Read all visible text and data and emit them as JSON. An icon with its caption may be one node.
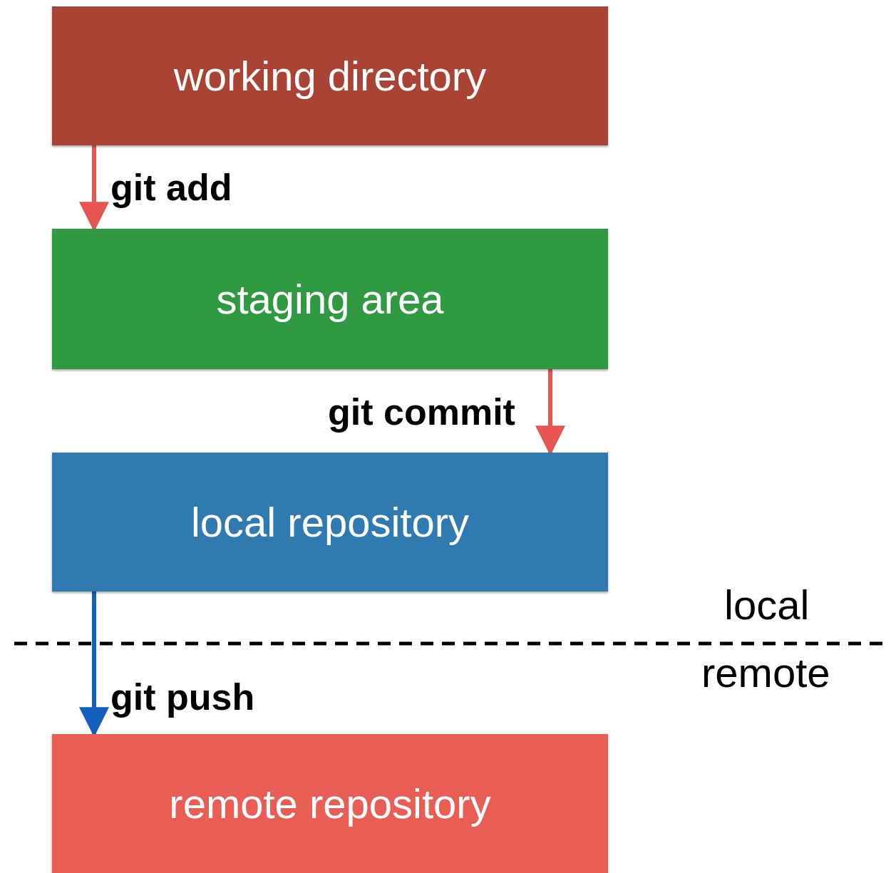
{
  "diagram": {
    "nodes": [
      {
        "text": [
          "working directory"
        ]
      },
      {
        "text": [
          "staging area"
        ]
      },
      {
        "text": [
          "local repository"
        ]
      },
      {
        "text": [
          "remote repository"
        ]
      }
    ],
    "edges": [
      {
        "from": 0,
        "to": 1,
        "arrow": "to",
        "label": "git add"
      },
      {
        "from": 1,
        "to": 2,
        "arrow": "to",
        "label": "git commit"
      },
      {
        "from": 2,
        "to": 3,
        "arrow": "to",
        "label": "git push",
        "color": "#1060c0"
      }
    ],
    "labels": [
      "local",
      "remote"
    ]
  }
}
